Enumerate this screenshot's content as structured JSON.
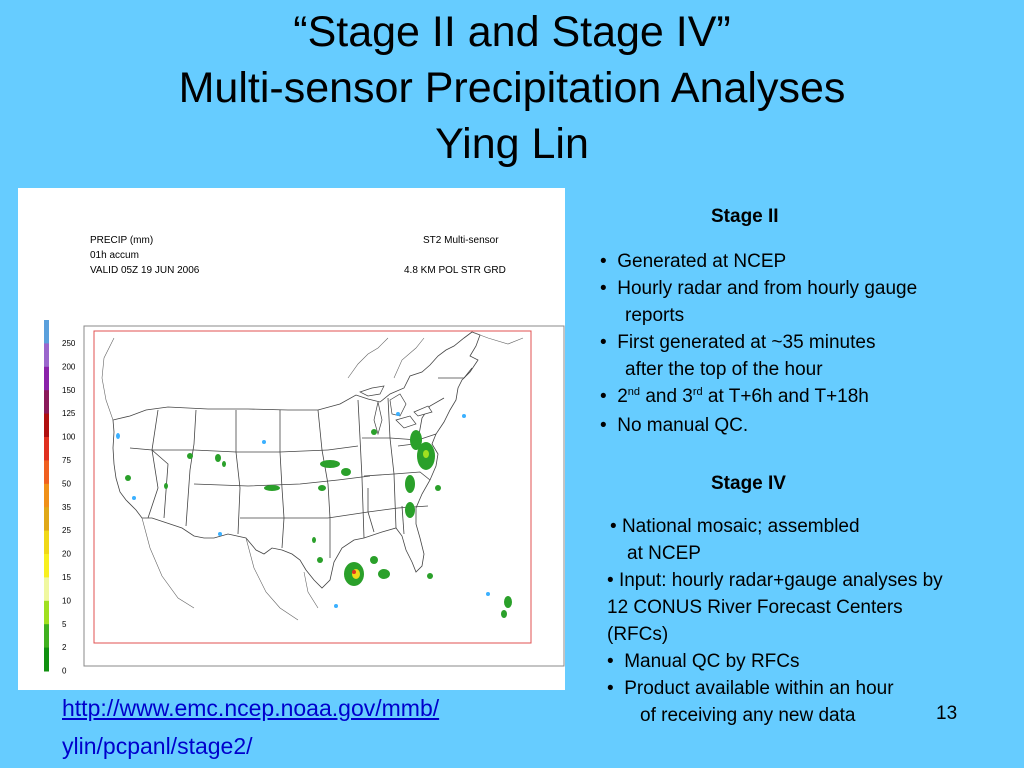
{
  "title": {
    "line1": "“Stage II and Stage IV”",
    "line2": "Multi-sensor Precipitation Analyses",
    "line3": "Ying Lin"
  },
  "map": {
    "header_left_1": "PRECIP (mm)",
    "header_left_2": "01h accum",
    "header_left_3": "VALID 05Z 19 JUN 2006",
    "header_right_1": "ST2 Multi-sensor",
    "header_right_2": "4.8 KM POL STR GRD",
    "legend": [
      {
        "label": "250",
        "color": "#5aa0dc"
      },
      {
        "label": "200",
        "color": "#9a66cc"
      },
      {
        "label": "150",
        "color": "#8a22aa"
      },
      {
        "label": "125",
        "color": "#8a1a5a"
      },
      {
        "label": "100",
        "color": "#b01010"
      },
      {
        "label": "75",
        "color": "#e03020"
      },
      {
        "label": "50",
        "color": "#f06020"
      },
      {
        "label": "35",
        "color": "#f09018"
      },
      {
        "label": "25",
        "color": "#e0a818"
      },
      {
        "label": "20",
        "color": "#f0d818"
      },
      {
        "label": "15",
        "color": "#f8f020"
      },
      {
        "label": "10",
        "color": "#f0f8a0"
      },
      {
        "label": "5",
        "color": "#a0e020"
      },
      {
        "label": "2",
        "color": "#40b020"
      },
      {
        "label": "0",
        "color": "#109010"
      }
    ]
  },
  "link": {
    "line1": "http://www.emc.ncep.noaa.gov/mmb/",
    "line2": "ylin/pcpanl/stage2/"
  },
  "stage2": {
    "heading": "Stage II",
    "b1": "Generated at NCEP",
    "b2": "Hourly radar and from hourly gauge",
    "b2_cont": "reports",
    "b3": "First generated at ~35 minutes",
    "b3_cont": "after the top of the hour",
    "b4_num1": "2",
    "b4_sup1": "nd",
    "b4_mid": " and 3",
    "b4_sup2": "rd",
    "b4_end": " at T+6h and T+18h",
    "b5": "No manual QC."
  },
  "stage4": {
    "heading": "Stage IV",
    "b1": "National mosaic; assembled",
    "b1_cont": "at NCEP",
    "b2": "Input: hourly radar+gauge analyses by",
    "b2_cont1": "12 CONUS River Forecast Centers",
    "b2_cont2": "(RFCs)",
    "b3": "Manual QC by RFCs",
    "b4": "Product available within an hour",
    "b4_cont": "of receiving any new data"
  },
  "page_number": "13"
}
